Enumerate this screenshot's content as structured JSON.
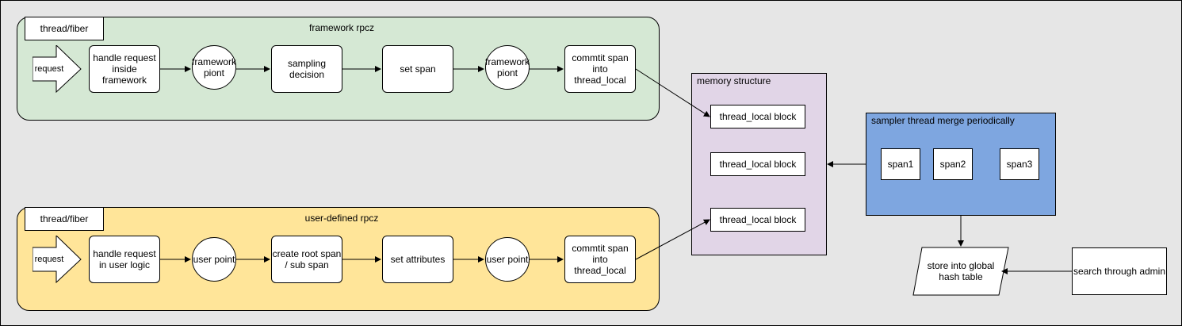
{
  "top_group": {
    "title": "framework rpcz",
    "thread_label": "thread/fiber",
    "request_label": "request",
    "steps": [
      "handle request inside framework",
      "framework piont",
      "sampling decision",
      "set span",
      "framework piont",
      "commtit span into thread_local"
    ]
  },
  "bottom_group": {
    "title": "user-defined rpcz",
    "thread_label": "thread/fiber",
    "request_label": "request",
    "steps": [
      "handle request in user logic",
      "user point",
      "create root span / sub span",
      "set attributes",
      "user point",
      "commtit span into thread_local"
    ]
  },
  "memory": {
    "title": "memory structure",
    "blocks": [
      "thread_local block",
      "thread_local block",
      "thread_local block"
    ]
  },
  "sampler": {
    "title": "sampler thread merge periodically",
    "spans": [
      "span1",
      "span2",
      "span3"
    ]
  },
  "store": {
    "label": "store into global hash table"
  },
  "search": {
    "label": "search through admin"
  },
  "colors": {
    "background": "#e6e6e6",
    "green_group": "#d5e8d4",
    "yellow_group": "#ffe599",
    "memory_fill": "#e1d5e7",
    "sampler_fill": "#7ea6e0"
  }
}
